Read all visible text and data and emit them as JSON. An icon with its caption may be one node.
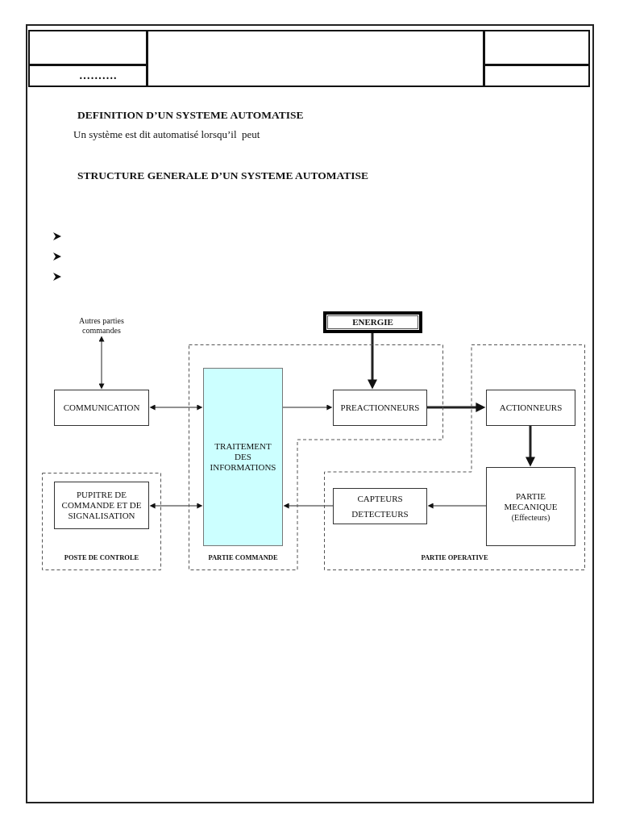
{
  "diagram": {
    "title": "STRUCTURE GENERALE D’UN SYSTEME AUTOMATISE",
    "nodes": [
      {
        "text": [
          "Autres parties commandes"
        ]
      },
      {
        "text": [
          "ENERGIE"
        ]
      },
      {
        "text": [
          "COMMUNICATION"
        ]
      },
      {
        "text": [
          "PARTIE COMMANDE"
        ]
      },
      {
        "text": [
          "TRAITEMENT DES INFORMATIONS"
        ],
        "in": 3
      },
      {
        "text": [
          "PREACTIONNEURS"
        ],
        "in": 3
      },
      {
        "text": [
          "PARTIE OPERATIVE"
        ]
      },
      {
        "text": [
          "ACTIONNEURS"
        ],
        "in": 6
      },
      {
        "text": [
          "CAPTEURS DETECTEURS"
        ],
        "in": 6
      },
      {
        "text": [
          "PARTIE MECANIQUE",
          "(Effecteurs)"
        ],
        "in": 6
      },
      {
        "text": [
          "POSTE DE CONTROLE"
        ]
      },
      {
        "text": [
          "PUPITRE DE COMMANDE ET DE SIGNALISATION"
        ],
        "in": 10
      }
    ],
    "edges": [
      {
        "from": 0,
        "to": 2,
        "arrow": "both"
      },
      {
        "from": 2,
        "to": 4,
        "arrow": "both"
      },
      {
        "from": 4,
        "to": 5,
        "arrow": "to"
      },
      {
        "from": 1,
        "to": 5,
        "arrow": "to",
        "style": "thick"
      },
      {
        "from": 5,
        "to": 7,
        "arrow": "to",
        "style": "thick"
      },
      {
        "from": 7,
        "to": 9,
        "arrow": "to",
        "style": "thick"
      },
      {
        "from": 9,
        "to": 8,
        "arrow": "to"
      },
      {
        "from": 8,
        "to": 4,
        "arrow": "to"
      },
      {
        "from": 11,
        "to": 4,
        "arrow": "both"
      }
    ],
    "labels": [
      "……….",
      "DEFINITION D’UN SYSTEME AUTOMATISE",
      "Un système est dit automatisé lorsqu’il  peut"
    ]
  }
}
